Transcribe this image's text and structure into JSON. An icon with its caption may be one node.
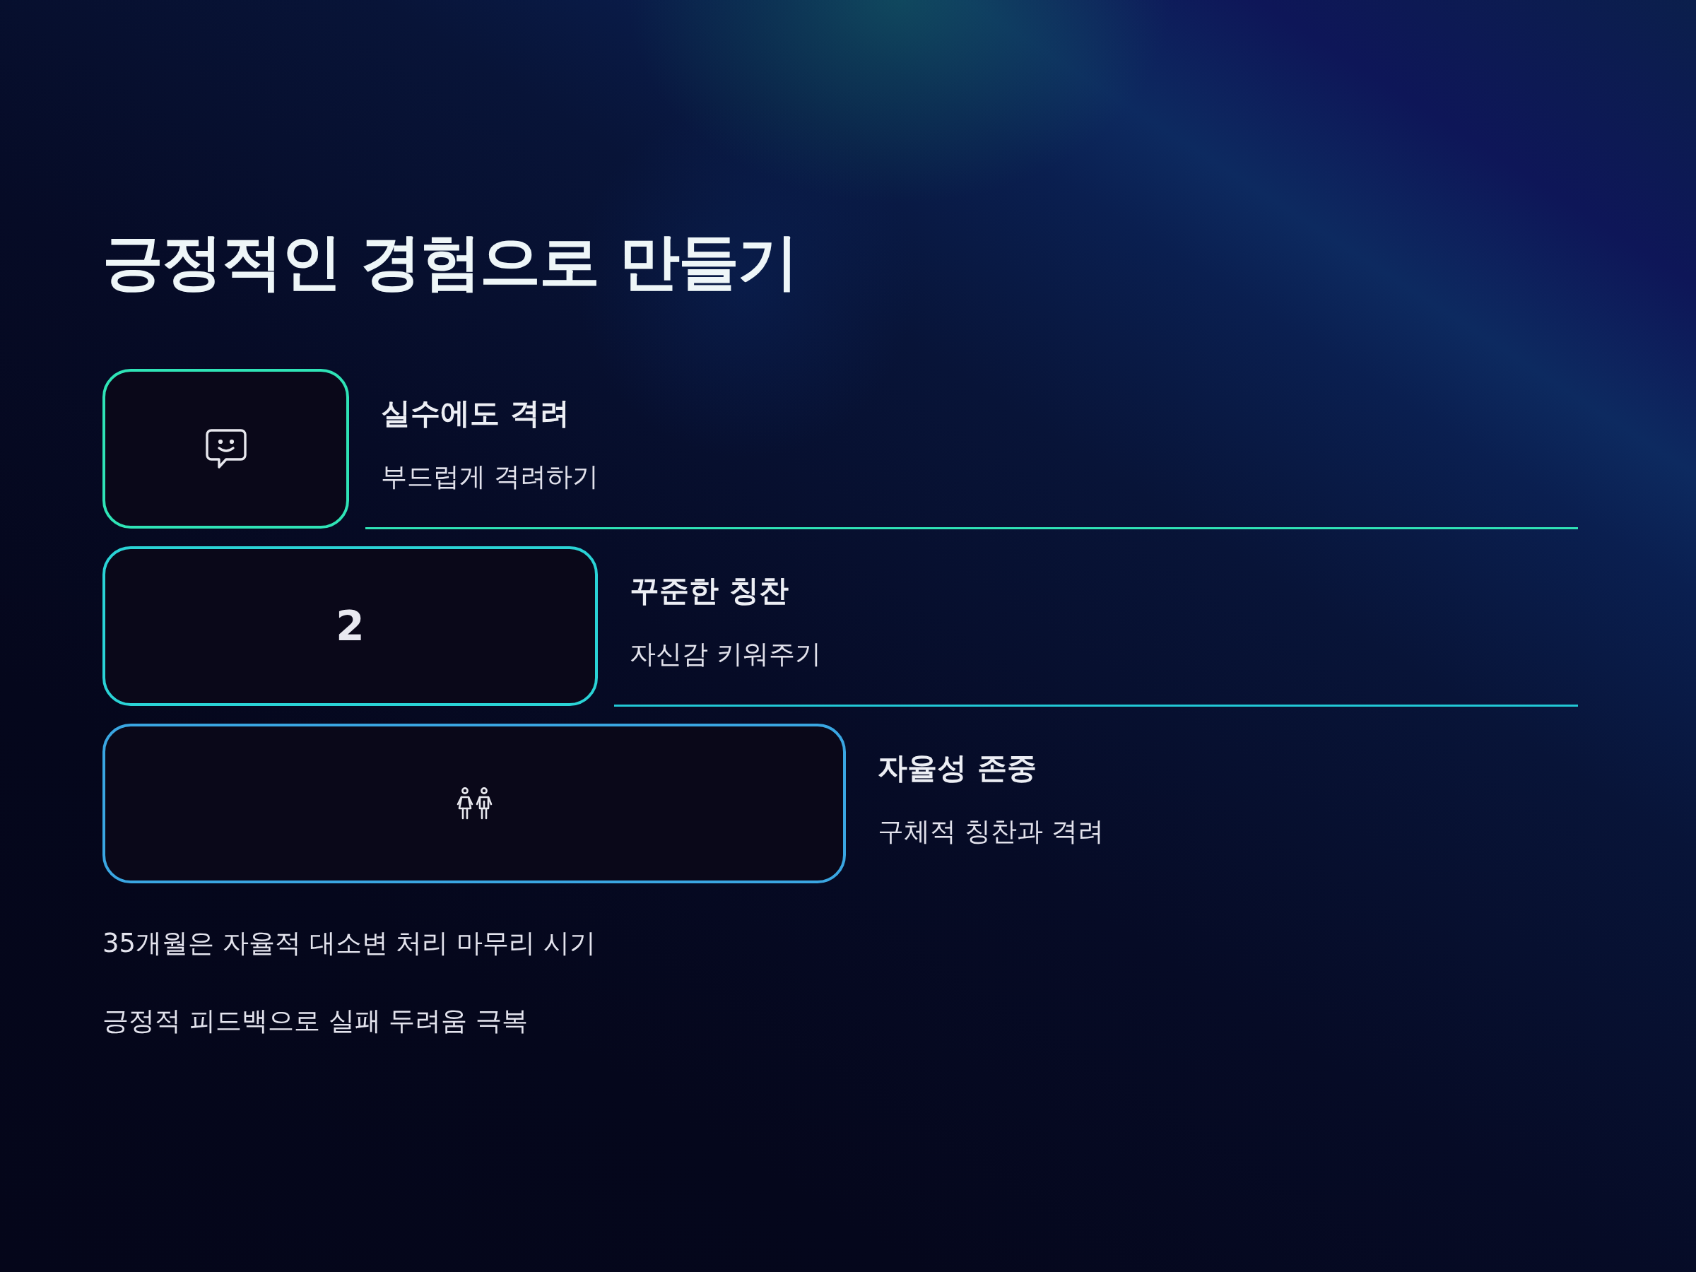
{
  "diagram": {
    "title": "긍정적인 경험으로 만들기",
    "nodes": [
      {
        "text": [],
        "shape": "box",
        "beside": [
          "실수에도 격려",
          "부드럽게 격려하기"
        ]
      },
      {
        "text": [
          "2"
        ],
        "beside": [
          "꾸준한 칭찬",
          "자신감 키워주기"
        ]
      },
      {
        "text": [],
        "shape": "box",
        "beside": [
          "자율성 존중",
          "구체적 칭찬과 격려"
        ]
      }
    ],
    "labels": [
      "35개월은 자율적 대소변 처리 마무리 시기",
      "긍정적 피드백으로 실패 두려움 극복"
    ]
  }
}
